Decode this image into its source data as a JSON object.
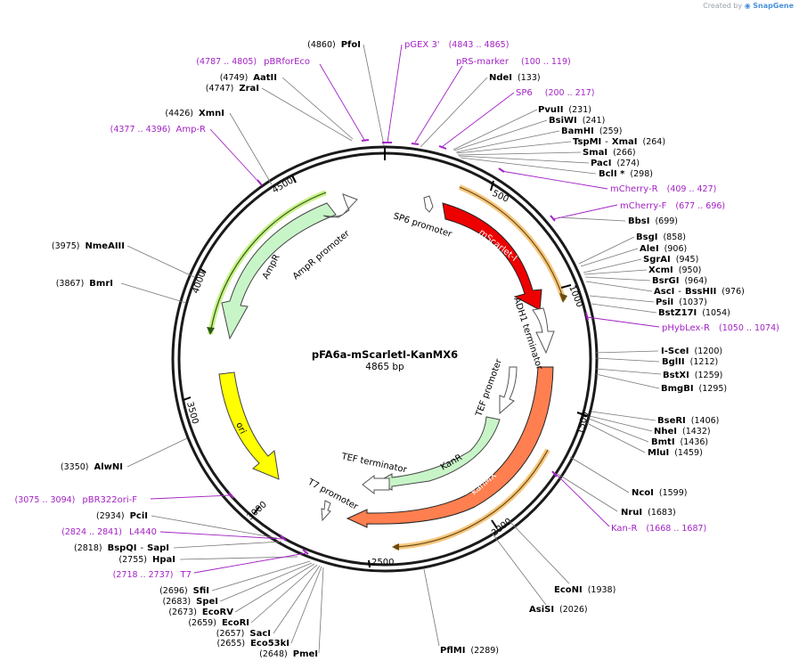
{
  "credit": {
    "prefix": "Created by",
    "brand": "SnapGene"
  },
  "plasmid": {
    "name": "pFA6a-mScarletI-KanMX6",
    "size_label": "4865 bp"
  },
  "ticks": [
    "500",
    "1000",
    "1500",
    "2000",
    "2500",
    "3000",
    "3500",
    "4000",
    "4500"
  ],
  "features": [
    {
      "id": "mScarlet",
      "label": "mScarlet-I",
      "color": "#ee0000"
    },
    {
      "id": "kanMX",
      "label": "kanMX",
      "color": "#ff7f50"
    },
    {
      "id": "KanR",
      "label": "KanR",
      "color": "#c8f5c8"
    },
    {
      "id": "AmpR",
      "label": "AmpR",
      "color": "#c8f5c8"
    },
    {
      "id": "ori",
      "label": "ori",
      "color": "#ffff00"
    },
    {
      "id": "AmpRprom",
      "label": "AmpR promoter",
      "color": "#ffffff"
    },
    {
      "id": "SP6prom",
      "label": "SP6 promoter",
      "color": "#ffffff"
    },
    {
      "id": "ADH1",
      "label": "ADH1 terminator",
      "color": "#ffffff"
    },
    {
      "id": "TEFprom",
      "label": "TEF promoter",
      "color": "#ffffff"
    },
    {
      "id": "TEFterm",
      "label": "TEF terminator",
      "color": "#ffffff"
    },
    {
      "id": "T7prom",
      "label": "T7 promoter",
      "color": "#ffffff"
    }
  ],
  "sites_left": [
    {
      "pos": "(4860)",
      "name": "PfoI"
    },
    {
      "pos": "(4749)",
      "name": "AatII"
    },
    {
      "pos": "(4747)",
      "name": "ZraI"
    },
    {
      "pos": "(4426)",
      "name": "XmnI"
    },
    {
      "pos": "(3975)",
      "name": "NmeAIII"
    },
    {
      "pos": "(3867)",
      "name": "BmrI"
    },
    {
      "pos": "(3350)",
      "name": "AlwNI"
    },
    {
      "pos": "(2934)",
      "name": "PciI"
    },
    {
      "pos": "(2818)",
      "name": "BspQI",
      "name2": "SapI"
    },
    {
      "pos": "(2755)",
      "name": "HpaI"
    },
    {
      "pos": "(2696)",
      "name": "SfiI"
    },
    {
      "pos": "(2683)",
      "name": "SpeI"
    },
    {
      "pos": "(2673)",
      "name": "EcoRV"
    },
    {
      "pos": "(2659)",
      "name": "EcoRI"
    },
    {
      "pos": "(2657)",
      "name": "SacI"
    },
    {
      "pos": "(2655)",
      "name": "Eco53kI"
    },
    {
      "pos": "(2648)",
      "name": "PmeI"
    }
  ],
  "sites_right": [
    {
      "name": "NdeI",
      "pos": "(133)"
    },
    {
      "name": "PvuII",
      "pos": "(231)"
    },
    {
      "name": "BsiWI",
      "pos": "(241)"
    },
    {
      "name": "BamHI",
      "pos": "(259)"
    },
    {
      "name": "TspMI",
      "name2": "XmaI",
      "pos": "(264)"
    },
    {
      "name": "SmaI",
      "pos": "(266)"
    },
    {
      "name": "PacI",
      "pos": "(274)"
    },
    {
      "name": "BclI *",
      "pos": "(298)"
    },
    {
      "name": "BbsI",
      "pos": "(699)"
    },
    {
      "name": "BsgI",
      "pos": "(858)"
    },
    {
      "name": "AleI",
      "pos": "(906)"
    },
    {
      "name": "SgrAI",
      "pos": "(945)"
    },
    {
      "name": "XcmI",
      "pos": "(950)"
    },
    {
      "name": "BsrGI",
      "pos": "(964)"
    },
    {
      "name": "AscI",
      "name2": "BssHII",
      "pos": "(976)"
    },
    {
      "name": "PsiI",
      "pos": "(1037)"
    },
    {
      "name": "BstZ17I",
      "pos": "(1054)"
    },
    {
      "name": "I-SceI",
      "pos": "(1200)"
    },
    {
      "name": "BglII",
      "pos": "(1212)"
    },
    {
      "name": "BstXI",
      "pos": "(1259)"
    },
    {
      "name": "BmgBI",
      "pos": "(1295)"
    },
    {
      "name": "BseRI",
      "pos": "(1406)"
    },
    {
      "name": "NheI",
      "pos": "(1432)"
    },
    {
      "name": "BmtI",
      "pos": "(1436)"
    },
    {
      "name": "MluI",
      "pos": "(1459)"
    },
    {
      "name": "NcoI",
      "pos": "(1599)"
    },
    {
      "name": "NruI",
      "pos": "(1683)"
    },
    {
      "name": "EcoNI",
      "pos": "(1938)"
    },
    {
      "name": "AsiSI",
      "pos": "(2026)"
    },
    {
      "name": "PflMI",
      "pos": "(2289)"
    }
  ],
  "primers": [
    {
      "name": "pGEX 3'",
      "range": "(4843 .. 4865)"
    },
    {
      "name": "pRS-marker",
      "range": "(100 .. 119)"
    },
    {
      "name": "SP6",
      "range": "(200 .. 217)"
    },
    {
      "name": "pBRforEco",
      "range": "(4787 .. 4805)"
    },
    {
      "name": "Amp-R",
      "range": "(4377 .. 4396)"
    },
    {
      "name": "mCherry-R",
      "range": "(409 .. 427)"
    },
    {
      "name": "mCherry-F",
      "range": "(677 .. 696)"
    },
    {
      "name": "pHybLex-R",
      "range": "(1050 .. 1074)"
    },
    {
      "name": "Kan-R",
      "range": "(1668 .. 1687)"
    },
    {
      "name": "pBR322ori-F",
      "range": "(3075 .. 3094)"
    },
    {
      "name": "L4440",
      "range": "(2824 .. 2841)"
    },
    {
      "name": "T7",
      "range": "(2718 .. 2737)"
    }
  ],
  "colors": {
    "primer": "#a322c4",
    "backbone": "#1a1a1a",
    "highlight": "#f5c77e",
    "amp_highlight": "#c9f08a"
  }
}
